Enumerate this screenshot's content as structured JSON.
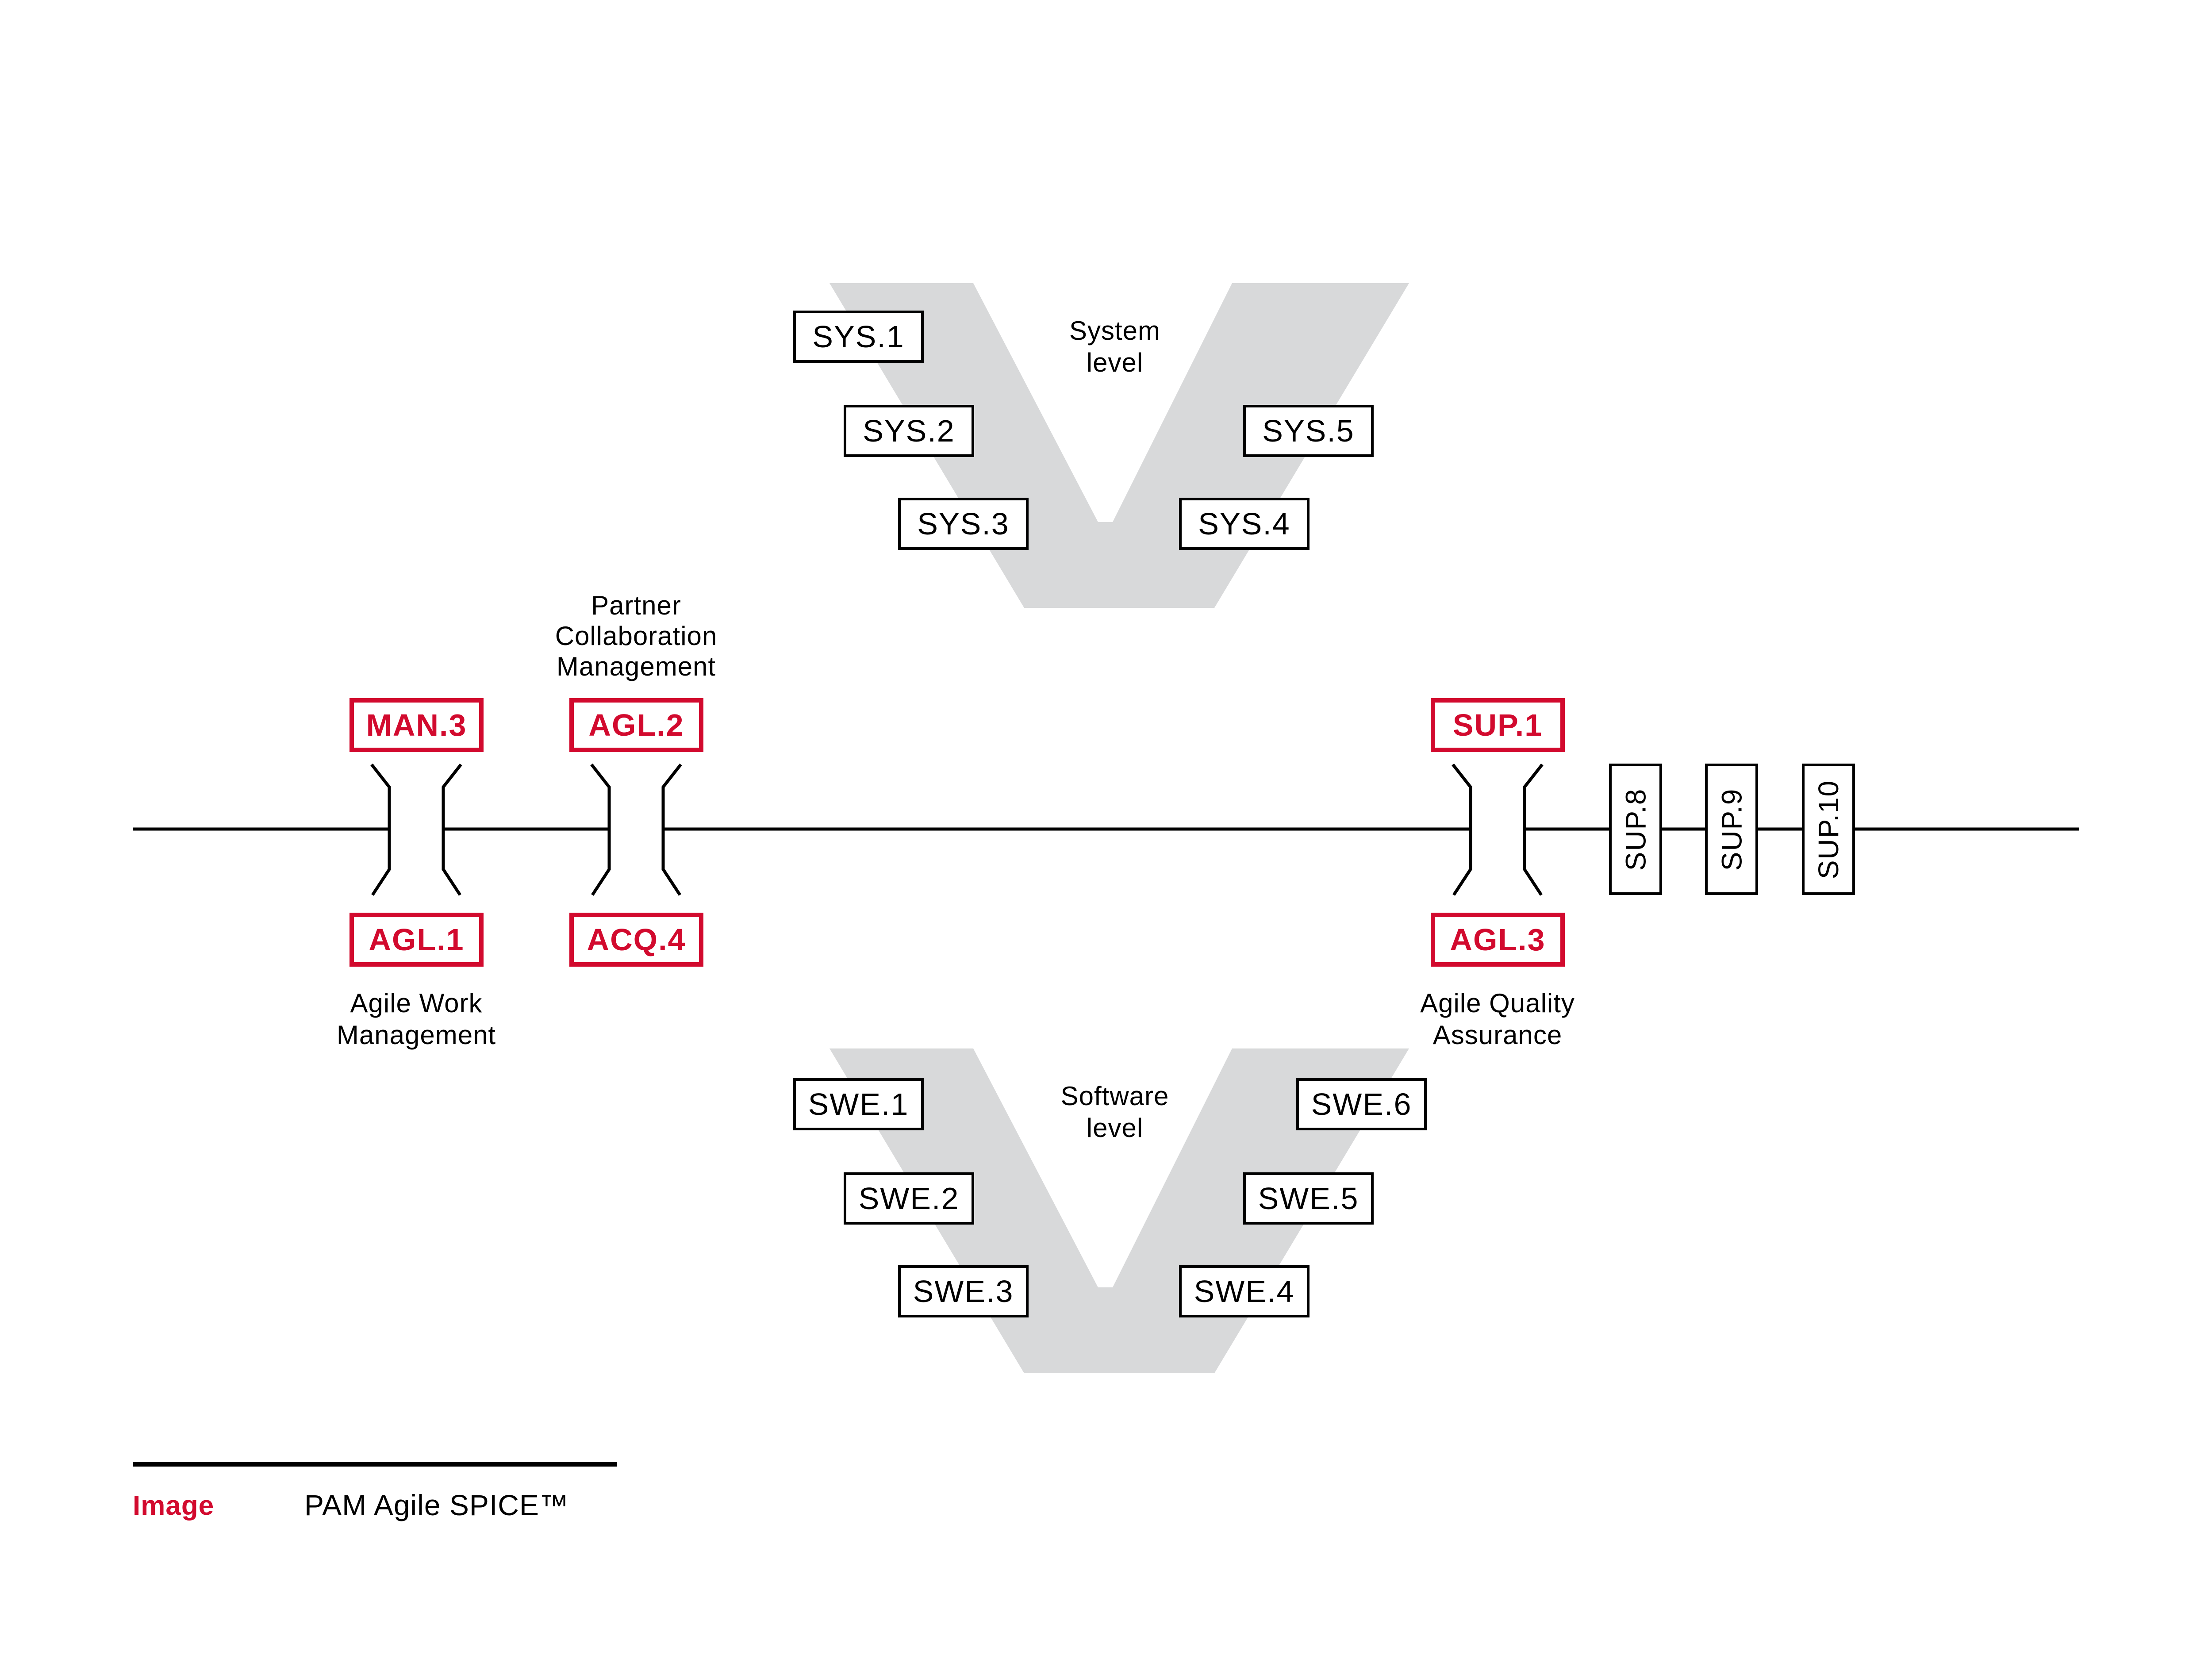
{
  "colors": {
    "accent_red": "#d20a2e",
    "v_gray": "#d8d9da",
    "line_black": "#000000"
  },
  "system_v": {
    "level_label": "System\nlevel",
    "boxes": {
      "sys1": "SYS.1",
      "sys2": "SYS.2",
      "sys3": "SYS.3",
      "sys4": "SYS.4",
      "sys5": "SYS.5"
    }
  },
  "software_v": {
    "level_label": "Software\nlevel",
    "boxes": {
      "swe1": "SWE.1",
      "swe2": "SWE.2",
      "swe3": "SWE.3",
      "swe4": "SWE.4",
      "swe5": "SWE.5",
      "swe6": "SWE.6"
    }
  },
  "timeline": {
    "pairs": {
      "man3": "MAN.3",
      "agl1": "AGL.1",
      "agl2": "AGL.2",
      "acq4": "ACQ.4",
      "sup1": "SUP.1",
      "agl3": "AGL.3"
    },
    "support_boxes": {
      "sup8": "SUP.8",
      "sup9": "SUP.9",
      "sup10": "SUP.10"
    },
    "annotations": {
      "partner_collaboration": "Partner\nCollaboration\nManagement",
      "agile_work": "Agile Work\nManagement",
      "agile_quality": "Agile Quality\nAssurance"
    }
  },
  "caption": {
    "prefix": "Image",
    "title": "PAM Agile SPICE™"
  }
}
